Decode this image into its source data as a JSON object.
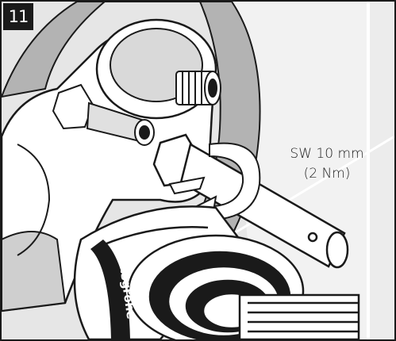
{
  "step_number": "11",
  "callout": {
    "line1": "SW 10 mm",
    "line2": "(2 Nm)"
  },
  "brand_mark": "hansgrohe",
  "colors": {
    "background": "#e6e6e6",
    "outline": "#1a1a1a",
    "shade": "#b3b3b3",
    "white": "#ffffff"
  }
}
